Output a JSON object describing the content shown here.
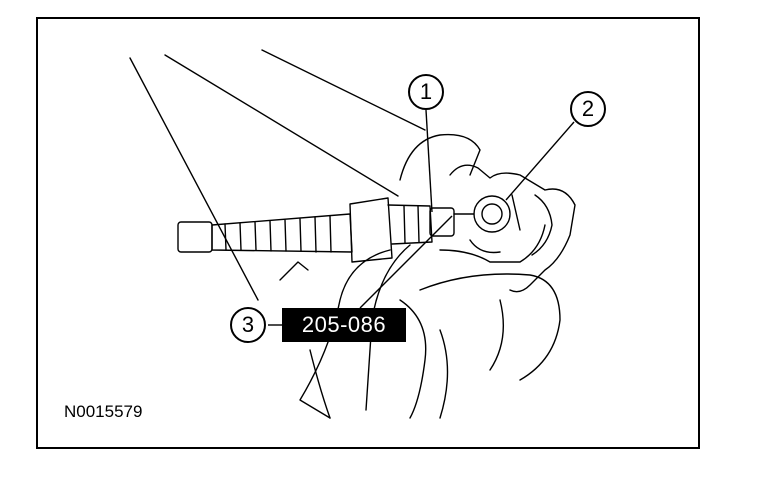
{
  "callouts": {
    "c1": "1",
    "c2": "2",
    "c3": "3"
  },
  "tool_number": "205-086",
  "figure_id": "N0015579",
  "colors": {
    "ink": "#000000",
    "paper": "#ffffff"
  }
}
